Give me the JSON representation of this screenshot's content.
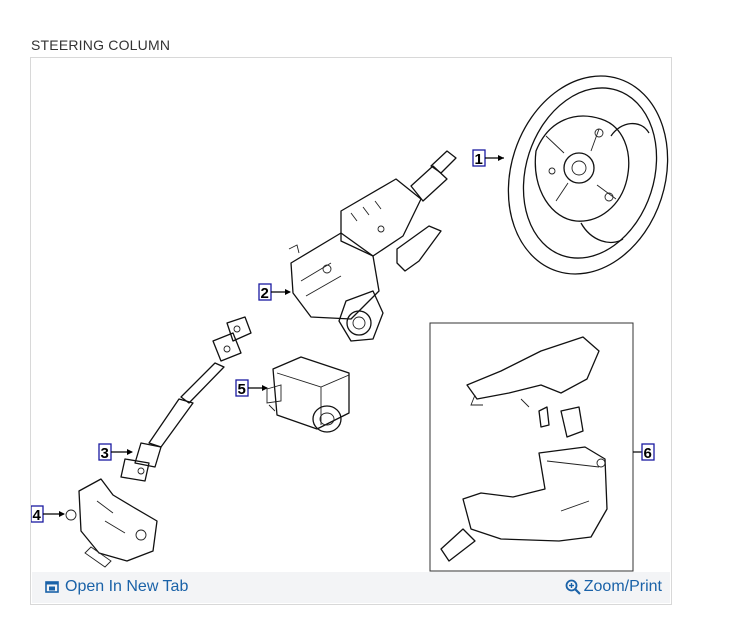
{
  "title": "STEERING COLUMN",
  "callouts": [
    "1",
    "2",
    "3",
    "4",
    "5",
    "6"
  ],
  "footer": {
    "open_tab_label": "Open In New Tab",
    "open_tab_icon": "open-new-tab-icon",
    "zoom_label": "Zoom/Print",
    "zoom_icon": "magnifier-plus-icon"
  },
  "colors": {
    "link": "#1a62a8",
    "callout_border": "#1a1aa0"
  }
}
